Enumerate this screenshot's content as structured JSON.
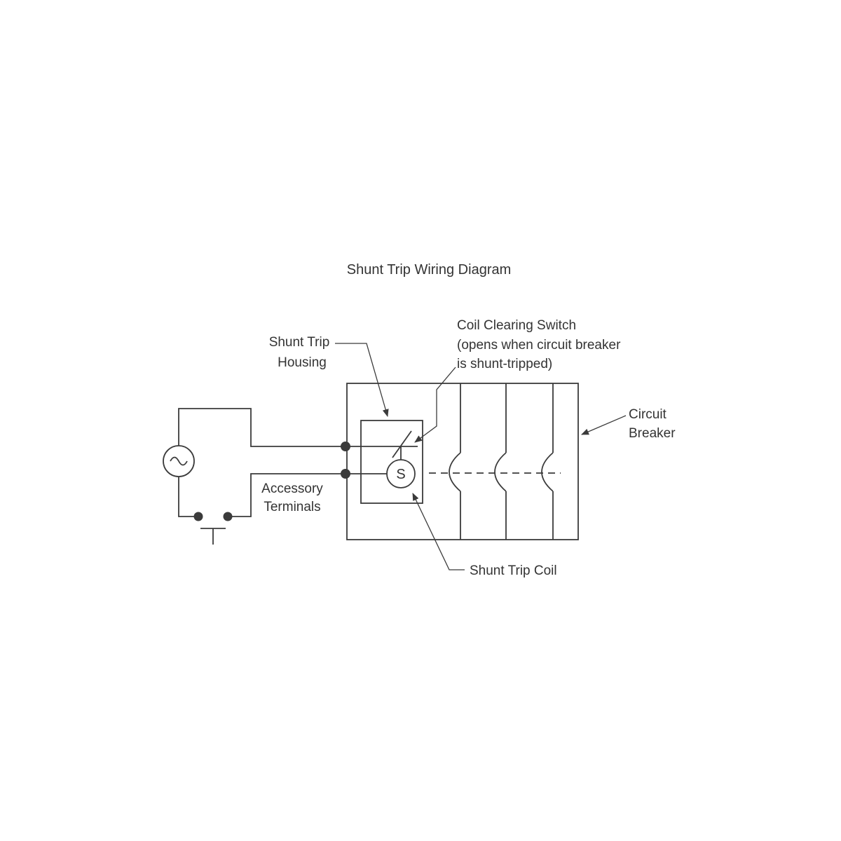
{
  "colors": {
    "background": "#ffffff",
    "line": "#3b3b3b",
    "text": "#333333"
  },
  "diagram": {
    "title": "Shunt Trip Wiring Diagram",
    "labels": {
      "housing_line1": "Shunt Trip",
      "housing_line2": "Housing",
      "clearing_switch_line1": "Coil Clearing Switch",
      "clearing_switch_line2": "(opens when circuit breaker",
      "clearing_switch_line3": "is shunt-tripped)",
      "breaker_line1": "Circuit",
      "breaker_line2": "Breaker",
      "terminals_line1": "Accessory",
      "terminals_line2": "Terminals",
      "coil_label": "Shunt Trip Coil",
      "coil_letter": "S"
    }
  }
}
